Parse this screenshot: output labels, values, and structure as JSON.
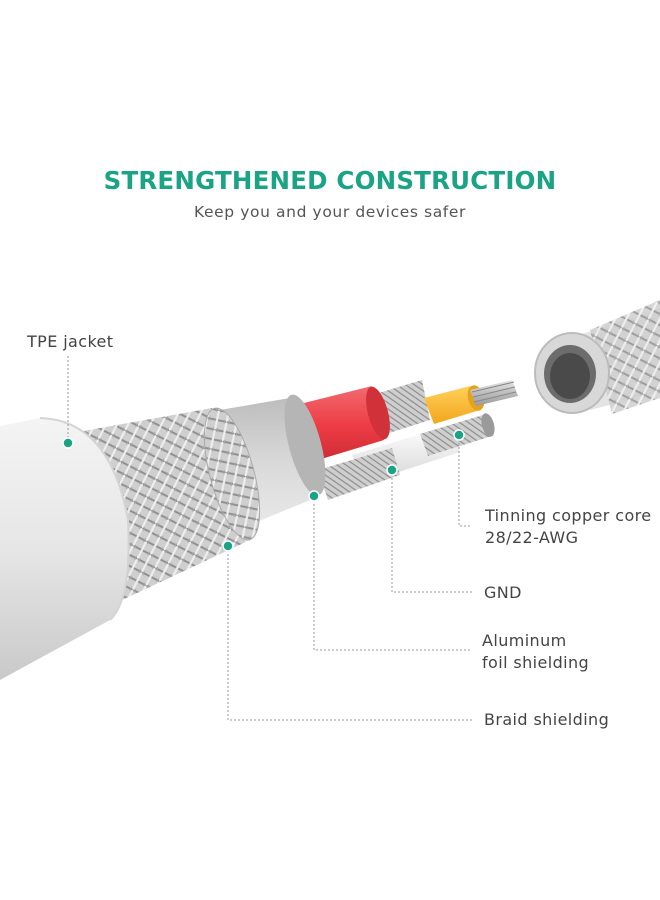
{
  "header": {
    "title": "STRENGTHENED CONSTRUCTION",
    "subtitle": "Keep you and your devices safer"
  },
  "labels": {
    "tpe_jacket": "TPE jacket",
    "tinning_core_line1": "Tinning copper core",
    "tinning_core_line2": "28/22-AWG",
    "gnd": "GND",
    "aluminum_line1": "Aluminum",
    "aluminum_line2": "foil shielding",
    "braid": "Braid shielding"
  },
  "colors": {
    "accent": "#1aa384",
    "red_wire": "#ee3c45",
    "yellow_wire": "#f7b52b",
    "text": "#444444"
  }
}
